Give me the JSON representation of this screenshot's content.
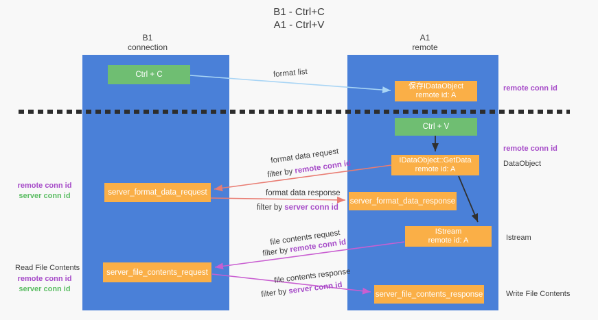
{
  "title": {
    "line1": "B1 - Ctrl+C",
    "line2": "A1 - Ctrl+V"
  },
  "lanes": {
    "left": {
      "header_line1": "B1",
      "header_line2": "connection"
    },
    "right": {
      "header_line1": "A1",
      "header_line2": "remote"
    }
  },
  "nodes": {
    "ctrl_c": {
      "label": "Ctrl + C"
    },
    "save_idataobject": {
      "line1": "保存IDataObject",
      "line2": "remote id: A"
    },
    "ctrl_v": {
      "label": "Ctrl + V"
    },
    "getdata": {
      "line1": "IDataObject::GetData",
      "line2": "remote id: A"
    },
    "format_request": {
      "label": "server_format_data_request"
    },
    "format_response": {
      "label": "server_format_data_response"
    },
    "istream": {
      "line1": "IStream",
      "line2": "remote id: A"
    },
    "file_request": {
      "label": "server_file_contents_request"
    },
    "file_response": {
      "label": "server_file_contents_response"
    }
  },
  "flow_labels": {
    "format_list": "format list",
    "format_data_request": "format data request",
    "filter_remote_1": {
      "prefix": "filter by ",
      "conn": "remote conn id"
    },
    "format_data_response": "format data response",
    "filter_server_1": {
      "prefix": "filter by ",
      "conn": "server conn id"
    },
    "file_contents_request": "file contents request",
    "filter_remote_2": {
      "prefix": "filter by ",
      "conn": "remote conn id"
    },
    "file_contents_response": "file contents response",
    "filter_server_2": {
      "prefix": "filter by ",
      "conn": "server conn id"
    }
  },
  "side_labels": {
    "right_remote_conn_top": "remote conn id",
    "right_remote_conn_mid": "remote conn id",
    "dataobject": "DataObject",
    "istream": "Istream",
    "write_file_contents": "Write File Contents",
    "left_remote_conn_mid": "remote conn id",
    "left_server_conn_mid": "server conn id",
    "read_file_contents": "Read File Contents",
    "left_remote_conn_bottom": "remote conn id",
    "left_server_conn_bottom": "server conn id"
  },
  "colors": {
    "lane_blue": "#4A80D8",
    "box_orange": "#FAAF47",
    "box_green": "#6FBE72",
    "arrow_light_blue": "#A9D5F5",
    "arrow_salmon": "#E97C72",
    "arrow_magenta": "#C95FD1",
    "arrow_black": "#303030",
    "text_purple": "#A64BC8",
    "text_green": "#5BBD63"
  }
}
